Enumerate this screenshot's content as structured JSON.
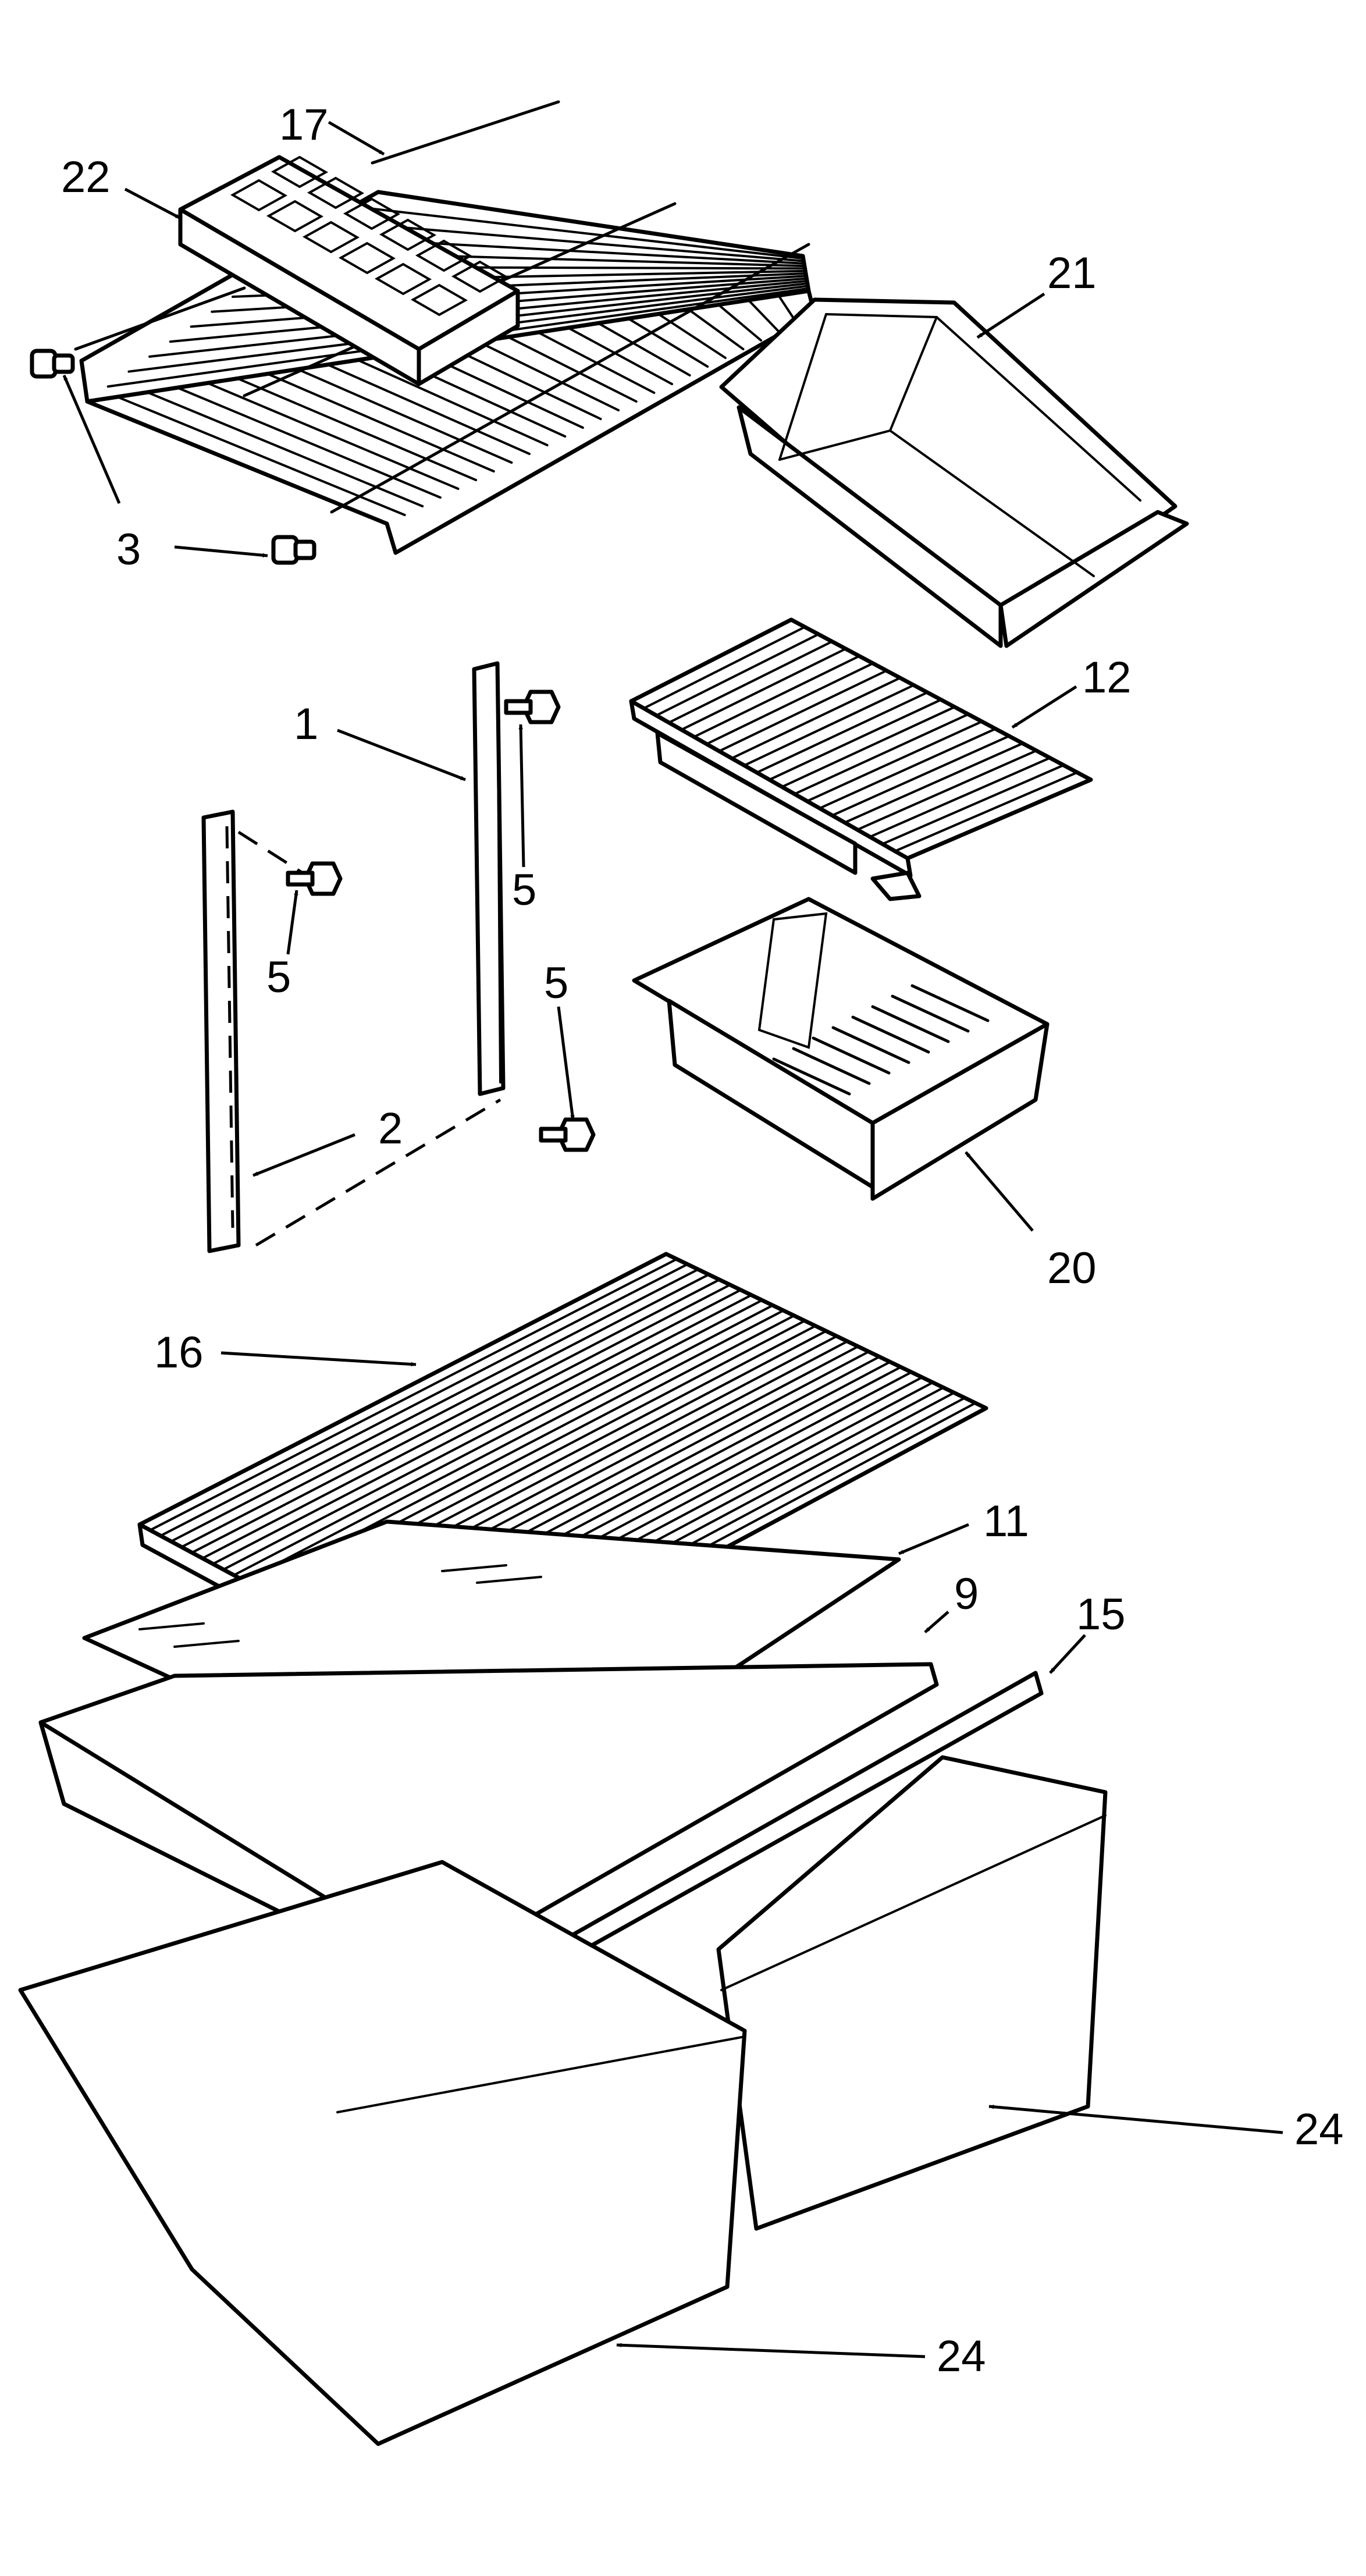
{
  "callouts": {
    "c1": "1",
    "c2": "2",
    "c3": "3",
    "c5a": "5",
    "c5b": "5",
    "c5c": "5",
    "c9": "9",
    "c11": "11",
    "c12": "12",
    "c15": "15",
    "c16": "16",
    "c17": "17",
    "c20": "20",
    "c21": "21",
    "c22": "22",
    "c24a": "24",
    "c24b": "24"
  },
  "colors": {
    "line": "#000000",
    "background": "#ffffff"
  }
}
